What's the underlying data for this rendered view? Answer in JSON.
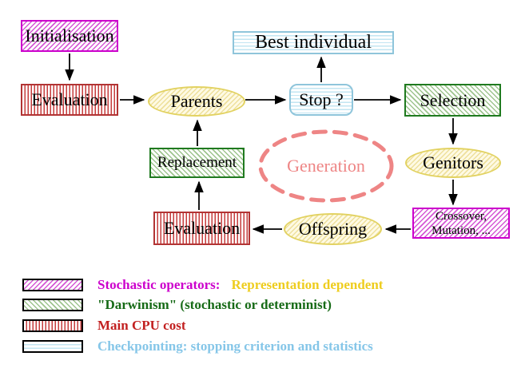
{
  "diagram": {
    "nodes": {
      "initialisation": "Initialisation",
      "evaluation_top": "Evaluation",
      "parents": "Parents",
      "best_individual": "Best individual",
      "stop": "Stop ?",
      "selection": "Selection",
      "replacement": "Replacement",
      "generation": "Generation",
      "genitors": "Genitors",
      "evaluation_bottom": "Evaluation",
      "offspring": "Offspring",
      "crossover_line1": "Crossover,",
      "crossover_line2": "Mutation, ..."
    },
    "edges": [
      {
        "from": "initialisation",
        "to": "evaluation_top"
      },
      {
        "from": "evaluation_top",
        "to": "parents"
      },
      {
        "from": "parents",
        "to": "stop"
      },
      {
        "from": "stop",
        "to": "best_individual"
      },
      {
        "from": "stop",
        "to": "selection"
      },
      {
        "from": "selection",
        "to": "genitors"
      },
      {
        "from": "genitors",
        "to": "crossover"
      },
      {
        "from": "crossover",
        "to": "offspring"
      },
      {
        "from": "offspring",
        "to": "evaluation_bottom"
      },
      {
        "from": "evaluation_bottom",
        "to": "replacement"
      },
      {
        "from": "replacement",
        "to": "parents"
      }
    ]
  },
  "legend": {
    "stochastic_label": "Stochastic operators:",
    "stochastic_extra": "Representation dependent",
    "darwinism_label": "\"Darwinism\" (stochastic or determinist)",
    "cpu_label": "Main CPU cost",
    "checkpointing_label": "Checkpointing: stopping criterion and statistics"
  },
  "colors": {
    "magenta": "#cc00cc",
    "magenta_hatch": "#d558d5",
    "green_border": "#1f7a1f",
    "green_hatch": "#9ec48e",
    "green_text": "#166a16",
    "red_border": "#b23434",
    "red_stripe": "#c53c3c",
    "red_text": "#c22020",
    "yellow_border": "#e2d261",
    "yellow_hatch": "#eee09c",
    "gold_text": "#eecd1e",
    "cyan_border": "#8fc5db",
    "cyan_line": "#c2e5f2",
    "cyan_text": "#85c6e8",
    "salmon": "#ee8585",
    "arrow": "#000000",
    "background": "#ffffff"
  }
}
